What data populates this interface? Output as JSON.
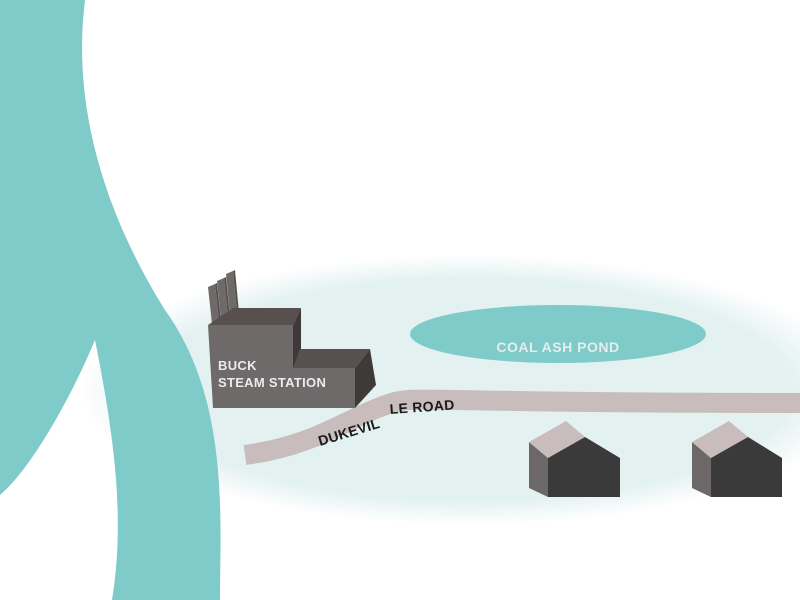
{
  "labels": {
    "station_line1": "BUCK",
    "station_line2": "STEAM STATION",
    "pond": "COAL ASH POND",
    "road": "DUKEVILLE ROAD"
  },
  "colors": {
    "background": "#ffffff",
    "river": "#7ecbca",
    "zone": "#e3f1f1",
    "pond": "#7ecbca",
    "road": "#c8bcbc",
    "station_front": "#6e6a69",
    "station_top": "#57504f",
    "station_side": "#3e3a39",
    "house_front": "#3a3a3a",
    "house_side": "#6d6868",
    "house_roof": "#c9bcbc",
    "label_light": "#e8ecec",
    "label_road": "#1a1a1a"
  },
  "icons": [
    "smokestack-icon",
    "factory-icon",
    "house-icon"
  ]
}
